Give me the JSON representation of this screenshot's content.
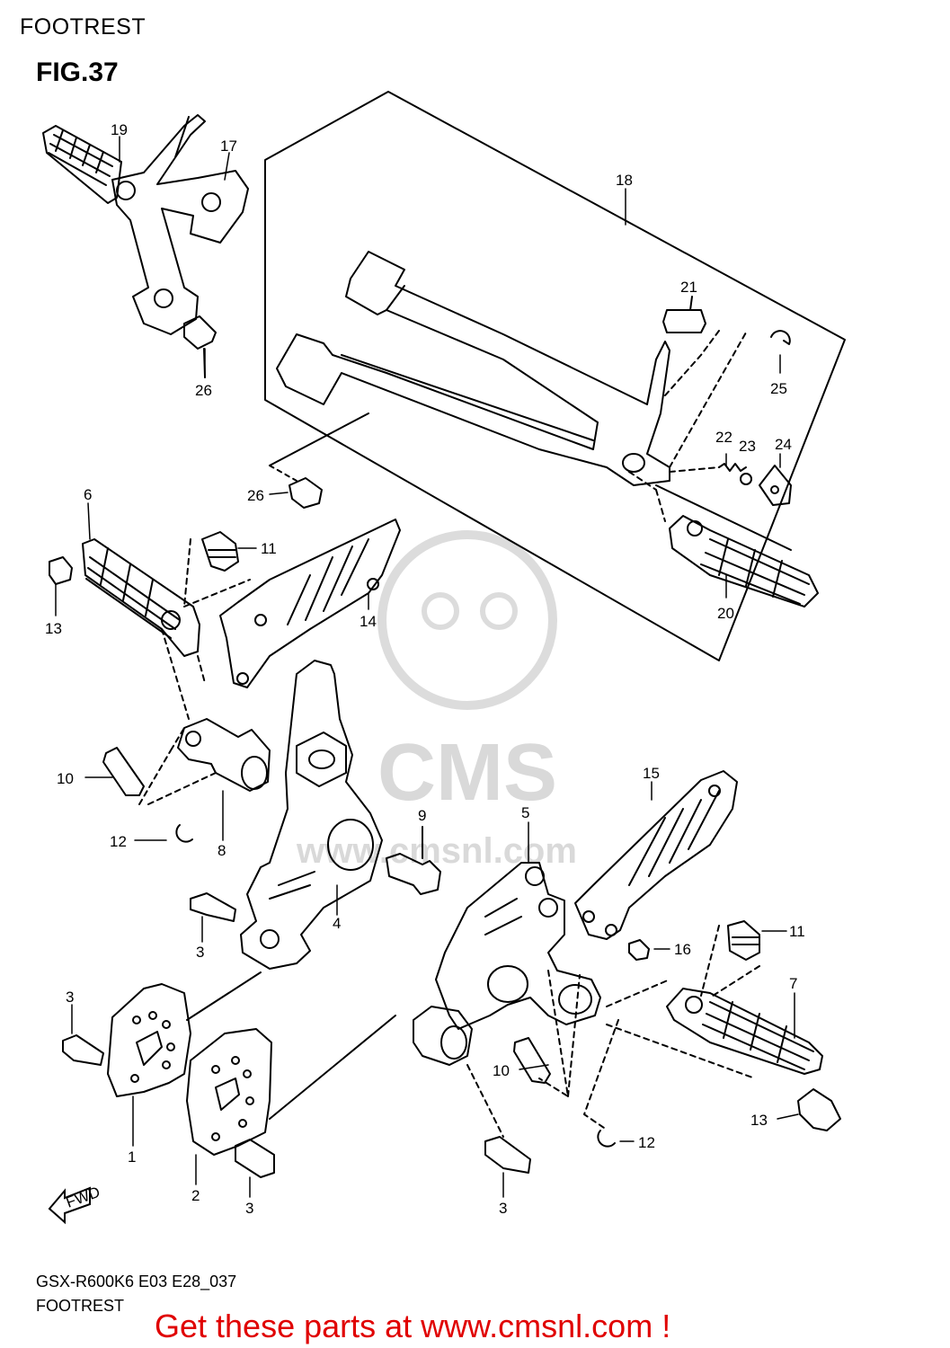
{
  "header": {
    "section_title": "FOOTREST",
    "figure_label": "FIG.37"
  },
  "watermark": {
    "logo_text": "CMS",
    "url_text": "www.cmsnl.com"
  },
  "parts": {
    "p1": "1",
    "p2": "2",
    "p3a": "3",
    "p3b": "3",
    "p3c": "3",
    "p3d": "3",
    "p4": "4",
    "p5": "5",
    "p6": "6",
    "p7": "7",
    "p8": "8",
    "p9": "9",
    "p10a": "10",
    "p10b": "10",
    "p11a": "11",
    "p11b": "11",
    "p12a": "12",
    "p12b": "12",
    "p13a": "13",
    "p13b": "13",
    "p14": "14",
    "p15": "15",
    "p16": "16",
    "p17": "17",
    "p18": "18",
    "p19": "19",
    "p20": "20",
    "p21": "21",
    "p22": "22",
    "p23": "23",
    "p24": "24",
    "p25": "25",
    "p26a": "26",
    "p26b": "26"
  },
  "fwd_label": "FWD",
  "footer": {
    "model_code": "GSX-R600K6 E03 E28_037",
    "caption": "FOOTREST",
    "cta": "Get these parts at www.cmsnl.com !"
  },
  "colors": {
    "cta": "#e00000",
    "line": "#000000",
    "watermark": "#d9d9d9"
  }
}
